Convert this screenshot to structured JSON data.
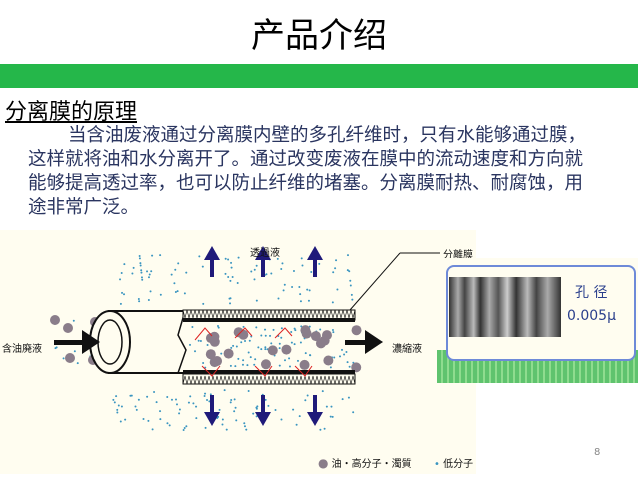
{
  "slide": {
    "title": "产品介绍",
    "heading": "分离膜的原理",
    "paragraph": "当含油废液通过分离膜内壁的多孔纤维时，只有水能够通过膜，这样就将油和水分离开了。通过改变废液在膜中的流动速度和方向就能够提高透过率，也可以防止纤维的堵塞。分离膜耐热、耐腐蚀，用途非常广泛。",
    "page_number": "8"
  },
  "diagram": {
    "inlet_label": "含油廃液",
    "permeate_label": "透過液",
    "concentrate_label": "濃縮液",
    "membrane_label": "分離膜",
    "pore_label": "孔 径",
    "pore_size": "0.005μ",
    "legend_large": "油・高分子・濁質",
    "legend_small": "低分子"
  },
  "colors": {
    "accent_bar": "#25b74a",
    "body_text": "#2a3560",
    "arrow": "#1f1a7a"
  }
}
